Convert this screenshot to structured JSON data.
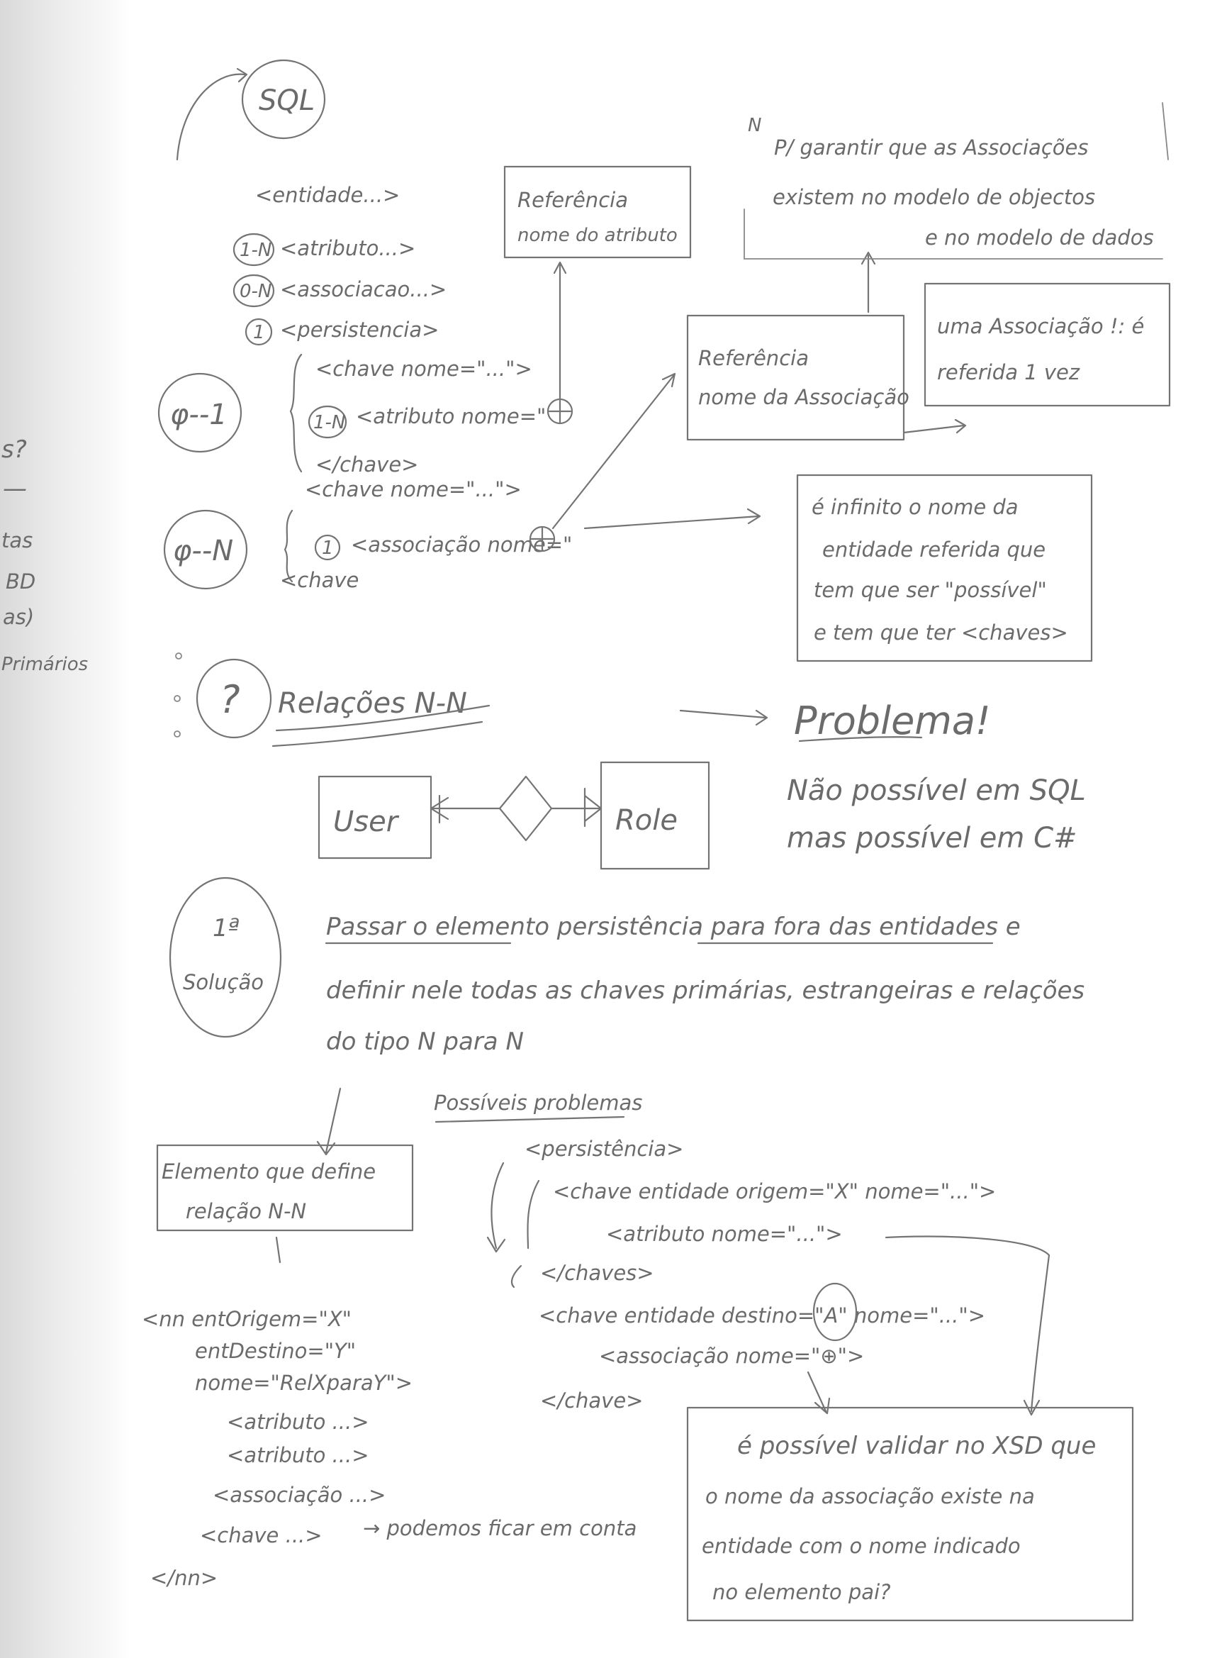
{
  "sql_circle": "SQL",
  "entidade": "<entidade...>",
  "badge_1n": "1-N",
  "badge_0n": "0-N",
  "badge_1": "1",
  "atributo": "<atributo...>",
  "associacao": "<associacao...>",
  "persistencia": "<persistencia>",
  "chave_nome": "<chave nome=\"...\">",
  "atributo_nome": "<atributo nome=\"",
  "close_chave": "</chave>",
  "rel_1": "φ--1",
  "rel_n": "φ--N",
  "chave_nome2": "<chave nome=\"...\">",
  "associacao_nome": "<associação nome=\"",
  "chave_end": "<chave",
  "box_ref_atrib": [
    "Referência",
    "nome do atributo"
  ],
  "box_ref_assoc": [
    "Referência",
    "nome da Associação"
  ],
  "note_top": [
    "P/ garantir que as Associações",
    "existem no modelo de objectos",
    "e no modelo de dados"
  ],
  "box_uma_assoc": [
    "uma Associação !: é",
    "referida 1 vez"
  ],
  "box_infinito": [
    "é infinito o nome da",
    "entidade referida que",
    "tem que ser \"possível\"",
    "e tem que ter <chaves>"
  ],
  "question_mark": "?",
  "relacoes_nn": "Relações N-N",
  "problema": "Problema!",
  "nao_possivel": [
    "Não possível em SQL",
    "mas possível em C#"
  ],
  "diagram_user": "User",
  "diagram_role": "Role",
  "solucao_num": "1ª",
  "solucao": "Solução",
  "solucao_text": [
    "Passar o elemento persistência para fora das entidades e",
    "definir nele todas as chaves primárias, estrangeiras e relações",
    "do tipo N para N"
  ],
  "possiveis_problemas": "Possíveis problemas",
  "box_elemento": [
    "Elemento que define",
    "relação N-N"
  ],
  "persistencia_block": [
    "<persistência>",
    "<chave entidade origem=\"X\" nome=\"...\">",
    "<atributo nome=\"...\">",
    "</chaves>",
    "<chave entidade destino=\"A\" nome=\"...\">",
    "<associação nome=\"⊕\">",
    "</chave>"
  ],
  "nn_block": [
    "<nn entOrigem=\"X\"",
    "entDestino=\"Y\"",
    "nome=\"RelXparaY\">",
    "<atributo ...>",
    "<atributo ...>",
    "<associação ...>",
    "<chave ...>",
    "</nn>"
  ],
  "chave_note": "→ podemos ficar em conta",
  "box_validar": [
    "é possível validar no XSD que",
    "o nome da associação existe na",
    "entidade com o nome indicado",
    "no elemento pai?"
  ],
  "margin_text": [
    "s?",
    "—",
    "tas",
    "BD",
    "as)",
    "Primários"
  ]
}
